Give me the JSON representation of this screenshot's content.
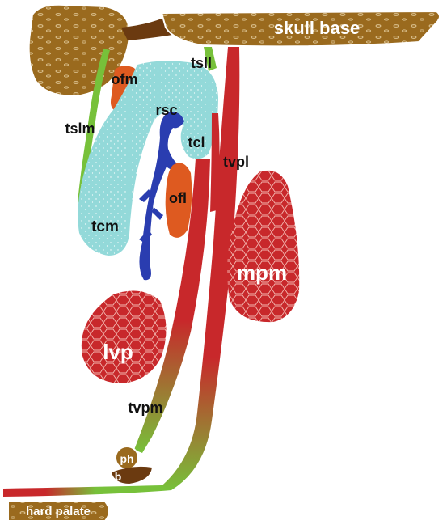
{
  "labels": {
    "skull_base": "skull base",
    "hard_palate": "hard palate",
    "ofm": "ofm",
    "tsll": "tsll",
    "rsc": "rsc",
    "tslm": "tslm",
    "tcl": "tcl",
    "tvpl": "tvpl",
    "ofl": "ofl",
    "tcm": "tcm",
    "mpm": "mpm",
    "lvp": "lvp",
    "tvpm": "tvpm",
    "ph": "ph",
    "b": "b"
  },
  "colors": {
    "bone": "#9a6a1e",
    "bone_dark": "#6b3a10",
    "cartilage": "#93d9d9",
    "green": "#77c13a",
    "muscle": "#c8282b",
    "fat_orange": "#de5a20",
    "vessel": "#2a3db0"
  }
}
